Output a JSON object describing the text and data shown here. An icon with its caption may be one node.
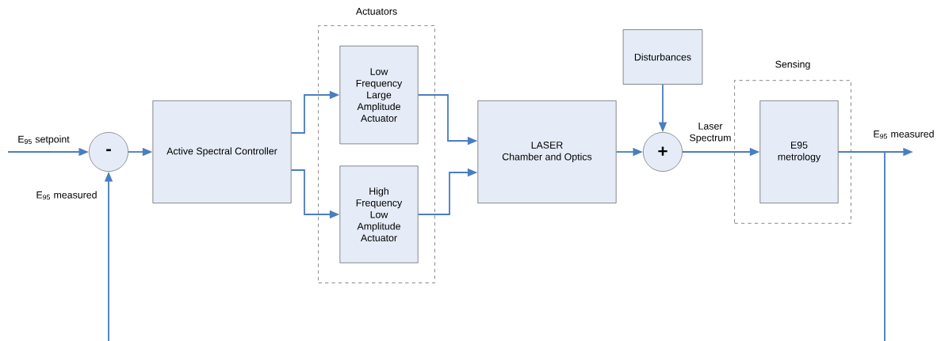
{
  "diagram": {
    "nodes": [
      {
        "text": [
          "-"
        ]
      },
      {
        "text": [
          "Active Spectral Controller"
        ]
      },
      {
        "text": [
          "Actuators"
        ]
      },
      {
        "text": [
          "Low Frequency Large Amplitude Actuator"
        ],
        "in": 2
      },
      {
        "text": [
          "High Frequency Low Amplitude Actuator"
        ],
        "in": 2
      },
      {
        "text": [
          "LASER",
          "Chamber and Optics"
        ]
      },
      {
        "text": [
          "Disturbances"
        ]
      },
      {
        "text": [
          "+"
        ]
      },
      {
        "text": [
          "Sensing"
        ]
      },
      {
        "text": [
          "E95 metrology"
        ],
        "in": 8
      }
    ],
    "edges": [
      {
        "from": null,
        "to": 0,
        "arrow": "to",
        "label": "E$_{95}$ setpoint"
      },
      {
        "from": null,
        "to": 0,
        "arrow": "to",
        "label": "E$_{95}$ measured"
      },
      {
        "from": 0,
        "to": 1,
        "arrow": "to"
      },
      {
        "from": 1,
        "to": 3,
        "arrow": "to"
      },
      {
        "from": 1,
        "to": 4,
        "arrow": "to"
      },
      {
        "from": 3,
        "to": 5,
        "arrow": "to"
      },
      {
        "from": 4,
        "to": 5,
        "arrow": "to"
      },
      {
        "from": 5,
        "to": 7,
        "arrow": "to"
      },
      {
        "from": 6,
        "to": 7,
        "arrow": "to"
      },
      {
        "from": 7,
        "to": 9,
        "arrow": "to",
        "label": "Laser Spectrum"
      },
      {
        "from": 9,
        "to": null,
        "arrow": "to",
        "label": "E$_{95}$ measured"
      },
      {
        "from": 9,
        "to": null,
        "arrow": "none"
      }
    ]
  }
}
